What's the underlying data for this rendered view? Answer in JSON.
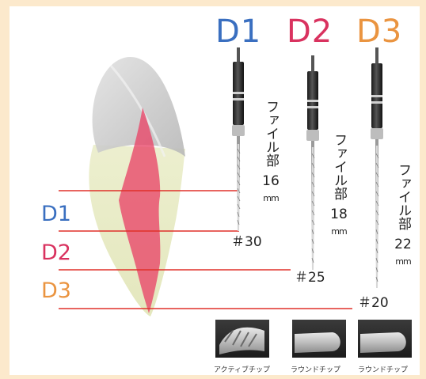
{
  "headers": [
    {
      "label": "D1",
      "color": "#3a6fc0"
    },
    {
      "label": "D2",
      "color": "#d9325f"
    },
    {
      "label": "D3",
      "color": "#ea9440"
    }
  ],
  "side_labels": [
    {
      "label": "D1",
      "color": "#3a6fc0"
    },
    {
      "label": "D2",
      "color": "#d9325f"
    },
    {
      "label": "D3",
      "color": "#ea9440"
    }
  ],
  "files": [
    {
      "name": "ファイル部",
      "length": "16",
      "unit": "mm",
      "tip": "＃30"
    },
    {
      "name": "ファイル部",
      "length": "18",
      "unit": "mm",
      "tip": "＃25"
    },
    {
      "name": "ファイル部",
      "length": "22",
      "unit": "mm",
      "tip": "＃20"
    }
  ],
  "tip_captions": [
    "アクティブチップ",
    "ラウンドチップ",
    "ラウンドチップ"
  ],
  "colors": {
    "line": "#e0302a",
    "pulp": "#e8486a",
    "background": "#fce9cc"
  },
  "icons": [
    "tooth-illustration",
    "endodontic-file-icon",
    "file-tip-photo"
  ]
}
